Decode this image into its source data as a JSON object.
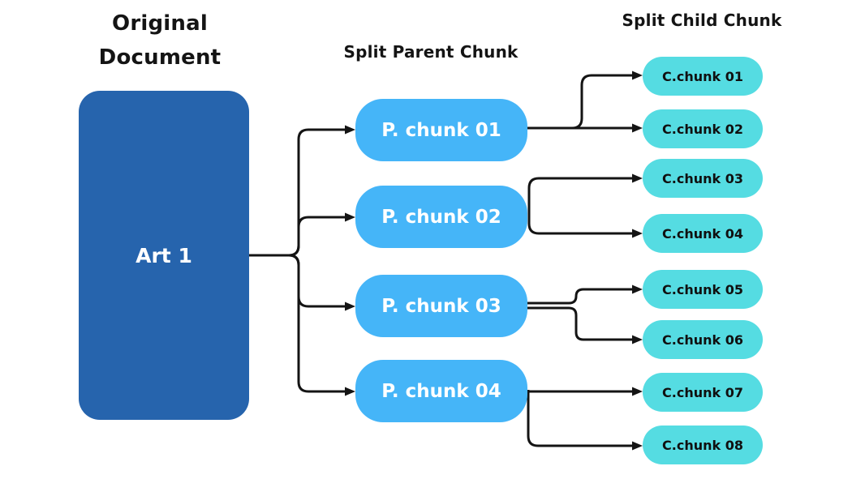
{
  "original_section": {
    "title": "Original Document",
    "node": {
      "id": "art-1",
      "label": "Art 1"
    }
  },
  "parent_section": {
    "title": "Split Parent Chunk",
    "nodes": [
      {
        "id": "p-chunk-01",
        "label": "P. chunk 01"
      },
      {
        "id": "p-chunk-02",
        "label": "P. chunk 02"
      },
      {
        "id": "p-chunk-03",
        "label": "P. chunk 03"
      },
      {
        "id": "p-chunk-04",
        "label": "P. chunk 04"
      }
    ]
  },
  "child_section": {
    "title": "Split Child Chunk",
    "nodes": [
      {
        "id": "c-chunk-01",
        "label": "C.chunk 01"
      },
      {
        "id": "c-chunk-02",
        "label": "C.chunk 02"
      },
      {
        "id": "c-chunk-03",
        "label": "C.chunk 03"
      },
      {
        "id": "c-chunk-04",
        "label": "C.chunk 04"
      },
      {
        "id": "c-chunk-05",
        "label": "C.chunk 05"
      },
      {
        "id": "c-chunk-06",
        "label": "C.chunk 06"
      },
      {
        "id": "c-chunk-07",
        "label": "C.chunk 07"
      },
      {
        "id": "c-chunk-08",
        "label": "C.chunk 08"
      }
    ]
  },
  "edges": [
    {
      "from": "art-1",
      "to": "p-chunk-01"
    },
    {
      "from": "art-1",
      "to": "p-chunk-02"
    },
    {
      "from": "art-1",
      "to": "p-chunk-03"
    },
    {
      "from": "art-1",
      "to": "p-chunk-04"
    },
    {
      "from": "p-chunk-01",
      "to": "c-chunk-01"
    },
    {
      "from": "p-chunk-01",
      "to": "c-chunk-02"
    },
    {
      "from": "p-chunk-02",
      "to": "c-chunk-03"
    },
    {
      "from": "p-chunk-02",
      "to": "c-chunk-04"
    },
    {
      "from": "p-chunk-03",
      "to": "c-chunk-05"
    },
    {
      "from": "p-chunk-03",
      "to": "c-chunk-06"
    },
    {
      "from": "p-chunk-04",
      "to": "c-chunk-07"
    },
    {
      "from": "p-chunk-04",
      "to": "c-chunk-08"
    }
  ],
  "colors": {
    "original_node_fill": "#2664AD",
    "parent_node_fill": "#45B5F8",
    "child_node_fill": "#55DCE2",
    "connector": "#141414",
    "heading_text": "#141414",
    "original_node_text": "#FFFFFF",
    "parent_node_text": "#FFFFFF",
    "child_node_text": "#101010"
  }
}
